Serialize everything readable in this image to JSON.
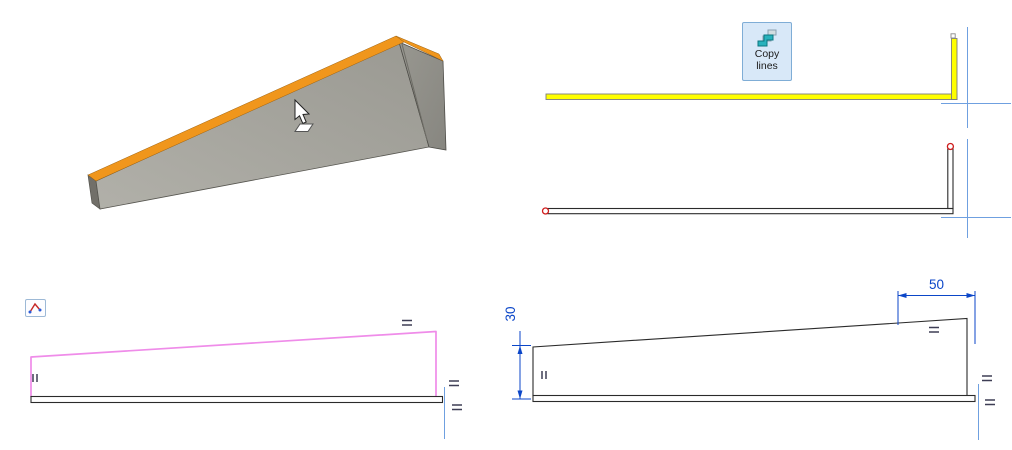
{
  "copy_button": {
    "line1": "Copy",
    "line2": "lines"
  },
  "dimensions": {
    "flange_width": "50",
    "left_height": "30"
  },
  "colors": {
    "highlight_yellow": "#ffff00",
    "edge_orange": "#f0961c",
    "part_gray": "#a6a59e",
    "flange_gray": "#8f8e87",
    "selection_pink": "#ef8ce9",
    "profile_black": "#2b2b2b",
    "axis_blue": "#6fa0e0",
    "dimension_blue": "#0b46c8",
    "endpoint_red": "#cf1d1d",
    "button_bg": "#d8e8f8",
    "button_border": "#7fadd6",
    "icon_teal": "#29b2bc"
  },
  "icons": {
    "copy_lines": "copy-lines-icon",
    "sketch_tool": "line-tool-icon",
    "cursor": "arrow-cursor-icon",
    "face_badge": "face-select-badge-icon",
    "parallel_constraint": "parallel-constraint-icon",
    "equal_constraint": "equal-constraint-icon",
    "endpoint": "endpoint-circle-icon"
  }
}
